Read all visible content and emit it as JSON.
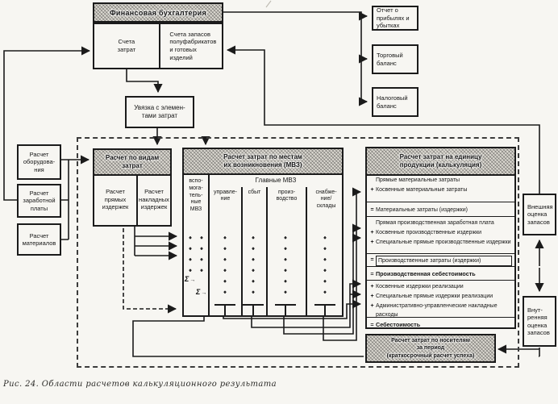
{
  "caption": "Рис. 24. Области расчетов калькуляционного результата",
  "financial": {
    "title": "Финансовая бухгалтерия",
    "cost_accounts": "Счета\nзатрат",
    "inventory_accounts": "Счета запасов\nполуфабрикатов\nи готовых\nизделий"
  },
  "linkage": "Увязка с элемен-\nтами затрат",
  "reports": [
    "Отчет о\nприбылях и\nубытках",
    "Торговый\nбаланс",
    "Налоговый\nбаланс"
  ],
  "left_calcs": [
    "Расчет\nоборудова-\nния",
    "Расчет\nзаработной\nплаты",
    "Расчет\nматериалов"
  ],
  "cost_types": {
    "header": "Расчет по видам\nзатрат",
    "direct": "Расчет\nпрямых\nиздержек",
    "overhead": "Расчет\nнакладных\nиздержек"
  },
  "mvz": {
    "header": "Расчет затрат по местам\nих возникновения (МВЗ)",
    "aux_label": "вспо-\nмога-\nтель-\nные\nМВЗ",
    "main_label": "Главные МВЗ",
    "columns": [
      "управле-\nние",
      "сбыт",
      "произ-\nводство",
      "снабже-\nние/\nсклады"
    ],
    "sigma": "Σ"
  },
  "calc": {
    "header": "Расчет затрат на единицу\nпродукции (калькуляция)",
    "rows": [
      {
        "p": "",
        "t": "Прямые материальные затраты"
      },
      {
        "p": "+",
        "t": "Косвенные материальные затраты"
      },
      {
        "p": "=",
        "t": "Материальные затраты (издержки)"
      },
      {
        "p": "",
        "t": "Прямая производственная заработная плата"
      },
      {
        "p": "+",
        "t": "Косвенные производственные издержки"
      },
      {
        "p": "+",
        "t": "Специальные прямые производственные издержки"
      },
      {
        "p": "=",
        "t": "Производственные затраты (издержки)"
      },
      {
        "p": "=",
        "t": "Производственная себестоимость"
      },
      {
        "p": "+",
        "t": "Косвенные издержки реализации"
      },
      {
        "p": "+",
        "t": "Специальные прямые издержки реализации"
      },
      {
        "p": "+",
        "t": "Административно-управленческие накладные расходы"
      },
      {
        "p": "=",
        "t": "Себестоимость"
      }
    ]
  },
  "period_calc": "Расчет затрат по носителям\nза период\n(краткосрочный расчет успеха)",
  "valuation": {
    "external": "Внешняя\nоценка\nзапасов",
    "internal": "Внут-\nренняя\nоценка\nзапасов"
  }
}
